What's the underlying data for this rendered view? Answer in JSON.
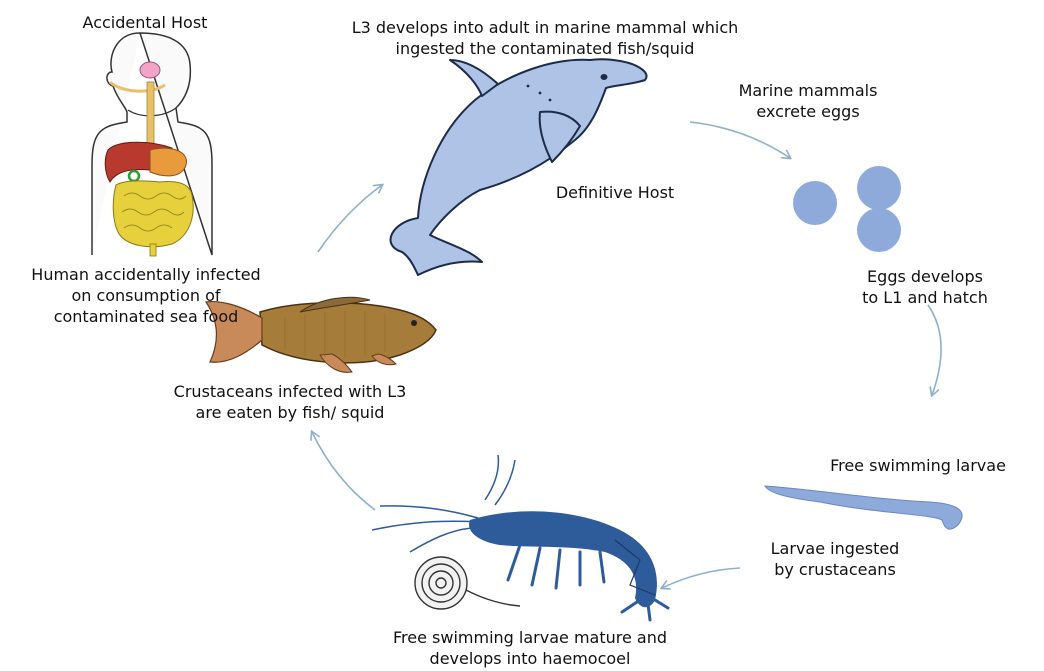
{
  "labels": {
    "accidental_host": "Accidental Host",
    "l3_adult_line1": "L3 develops into adult in  marine mammal which",
    "l3_adult_line2": "ingested  the contaminated fish/squid",
    "excrete_line1": "Marine mammals",
    "excrete_line2": "excrete eggs",
    "definitive_host": "Definitive Host",
    "eggs_line1": "Eggs develops",
    "eggs_line2": "to L1 and hatch",
    "free_swimming": "Free swimming larvae",
    "ingested_line1": "Larvae ingested",
    "ingested_line2": "by crustaceans",
    "mature_line1": "Free swimming larvae mature and",
    "mature_line2": "develops into haemocoel",
    "crust_line1": "Crustaceans infected with L3",
    "crust_line2": "are eaten by fish/ squid",
    "human_line1": "Human accidentally infected",
    "human_line2": "on  consumption of",
    "human_line3": "contaminated sea food"
  },
  "colors": {
    "arrow": "#8fb0cc",
    "dolphin_fill": "#aec3e6",
    "outline": "#1d2b4a",
    "egg": "#8eaadb",
    "larva": "#8eaadb",
    "shrimp": "#2e5c9a",
    "fish_body": "#a67c3b",
    "fish_fin": "#c98a5a",
    "liver": "#b83a2e",
    "intestine": "#e6d03c",
    "stomach": "#e89a3c",
    "esophagus": "#e8c06a"
  },
  "icons": [
    "human-digestive-system-icon",
    "dolphin-icon",
    "fish-icon",
    "shrimp-icon",
    "worm-larva-icon",
    "eggs-icon"
  ]
}
